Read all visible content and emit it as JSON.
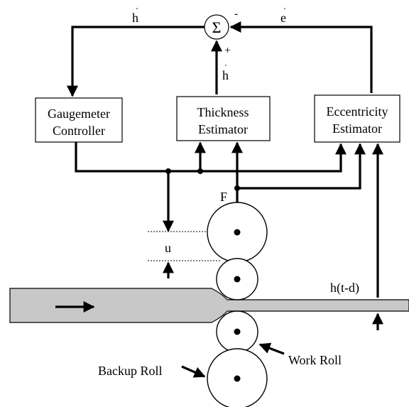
{
  "signals": {
    "h_hat": "h",
    "h_dot": "h",
    "e_hat": "e",
    "minus_top": "-",
    "plus_bottom": "+",
    "sum_symbol": "Σ",
    "force": "F",
    "gap": "u",
    "thickness_delay": "h(t-d)"
  },
  "blocks": {
    "gaugemeter_line1": "Gaugemeter",
    "gaugemeter_line2": "Controller",
    "thickness_line1": "Thickness",
    "thickness_line2": "Estimator",
    "eccentricity_line1": "Eccentricity",
    "eccentricity_line2": "Estimator"
  },
  "rolls": {
    "backup_label": "Backup Roll",
    "work_label": "Work Roll"
  },
  "colors": {
    "strip_fill": "#c8c8c8",
    "line": "#000000"
  }
}
